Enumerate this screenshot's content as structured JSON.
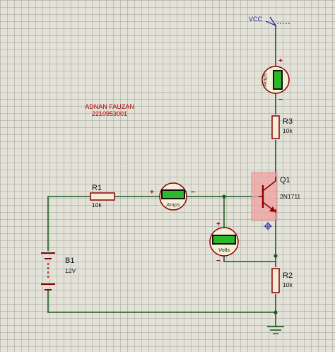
{
  "annotation": {
    "author": "ADNAN FAUZAN",
    "id": "2210953001"
  },
  "power": {
    "label": "VCC"
  },
  "battery": {
    "ref": "B1",
    "value": "12V"
  },
  "r1": {
    "ref": "R1",
    "value": "10k"
  },
  "r2": {
    "ref": "R2",
    "value": "10k"
  },
  "r3": {
    "ref": "R3",
    "value": "10k"
  },
  "q1": {
    "ref": "Q1",
    "part": "2N1711"
  },
  "ammeter_base": {
    "label": "Amps",
    "plus": "+",
    "minus": "−"
  },
  "ammeter_collector": {
    "label": "Amps",
    "plus": "+",
    "minus": "−"
  },
  "voltmeter": {
    "label": "Volts",
    "plus": "+",
    "minus": "−"
  },
  "colors": {
    "wire": "#1f5a1f",
    "component": "#8b0000",
    "label_red": "#b00000",
    "highlight": "#f0a0a0",
    "display": "#2bb82b"
  }
}
